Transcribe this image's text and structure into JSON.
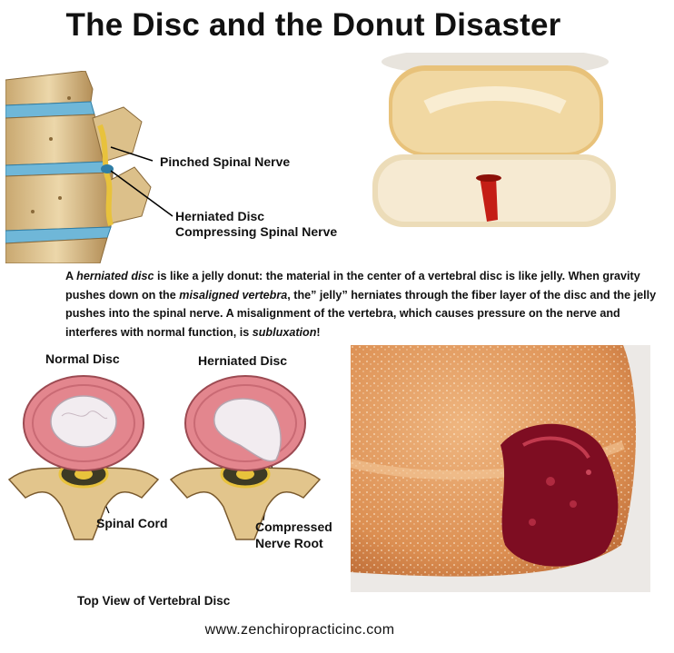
{
  "title": "The Disc and the Donut Disaster",
  "spine_diagram": {
    "label_pinched": "Pinched Spinal Nerve",
    "label_herniated_line1": "Herniated Disc",
    "label_herniated_line2": "Compressing Spinal Nerve"
  },
  "paragraph": {
    "p1": "A ",
    "e1": "herniated disc",
    "p2": " is like a jelly donut: the material in the center of a vertebral disc is like jelly. When gravity pushes down on the ",
    "e2": "misaligned vertebra",
    "p3": ", the” jelly” herniates through the fiber layer of the disc and the jelly pushes into the spinal nerve. A misalignment of the vertebra, which causes pressure on the nerve and interferes with normal function, is ",
    "e3": "subluxation",
    "p4": "!"
  },
  "disc_diagrams": {
    "normal_title": "Normal Disc",
    "herniated_title": "Herniated Disc",
    "spinal_cord_label": "Spinal Cord",
    "compressed_line1": "Compressed",
    "compressed_line2": "Nerve Root",
    "caption": "Top View of Vertebral Disc"
  },
  "footer_url": "www.zenchiropracticinc.com",
  "colors": {
    "disc_pink": "#e3868e",
    "bone": "#e2c58c",
    "jelly": "#8a0f24",
    "donut": "#e09a60",
    "sugar": "#f5ebd6"
  }
}
